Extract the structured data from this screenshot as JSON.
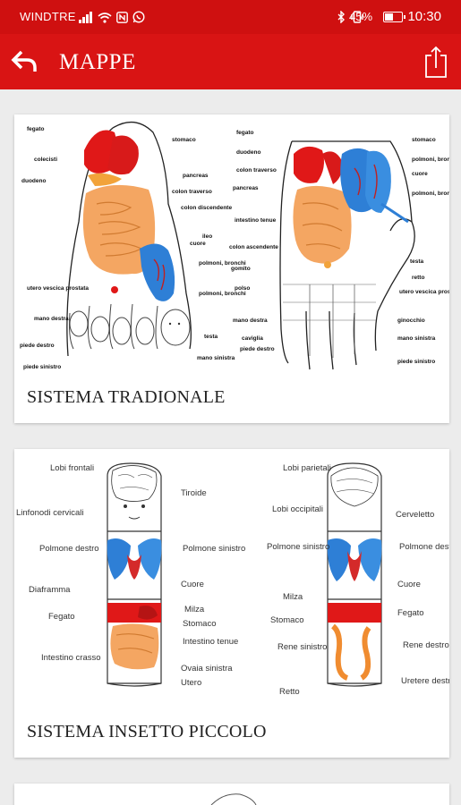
{
  "status_bar": {
    "carrier": "WINDTRE",
    "battery": "45%",
    "time": "10:30",
    "icons": [
      "signal-icon",
      "wifi-icon",
      "nfc-icon",
      "whatsapp-icon",
      "bluetooth-icon",
      "vibrate-icon",
      "battery-icon"
    ]
  },
  "app_bar": {
    "title": "MAPPE",
    "icons": [
      "back-arrow-icon",
      "share-icon"
    ],
    "colors": {
      "primary": "#d91414",
      "status": "#cf1010"
    }
  },
  "cards": [
    {
      "caption": "SISTEMA TRADIONALE",
      "foot_labels": {
        "fegato": "fegato",
        "stomaco": "stomaco",
        "colecisti": "colecisti",
        "pancreas": "pancreas",
        "duodeno": "duodeno",
        "colon_traverso": "colon traverso",
        "colon_discendente": "colon discendente",
        "intestino_tenue": "intestino tenue",
        "ileo": "ileo",
        "cuore": "cuore",
        "polmoni_bronchi": "polmoni, bronchi",
        "utero_vescica_prostata": "utero vescica prostata",
        "mano_destra": "mano destra",
        "piede_destro": "piede destro",
        "piede_sinistro": "piede sinistro",
        "testa": "testa",
        "mano_sinistra": "mano sinistra",
        "colon_ascendente": "colon ascendente",
        "gomito": "gomito",
        "polso": "polso",
        "caviglia": "caviglia",
        "retto": "retto",
        "ginocchio": "ginocchio"
      }
    },
    {
      "caption": "SISTEMA INSETTO PICCOLO",
      "finger_labels": {
        "lobi_frontali": "Lobi frontali",
        "tiroide": "Tiroide",
        "linfonodi_cervicali": "Linfonodi cervicali",
        "polmone_destro": "Polmone destro",
        "polmone_sinistro": "Polmone sinistro",
        "cuore": "Cuore",
        "diaframma": "Diaframma",
        "milza": "Milza",
        "fegato": "Fegato",
        "stomaco": "Stomaco",
        "intestino_tenue": "Intestino tenue",
        "intestino_crasso": "Intestino crasso",
        "ovaia_sinistra": "Ovaia sinistra",
        "utero": "Utero",
        "lobi_parietali": "Lobi parietali",
        "lobi_occipitali": "Lobi occipitali",
        "cervelletto": "Cerveletto",
        "rene_sinistro": "Rene sinistro",
        "rene_destro": "Rene destro",
        "retto": "Retto",
        "uretere_destro": "Uretere destro"
      }
    }
  ]
}
